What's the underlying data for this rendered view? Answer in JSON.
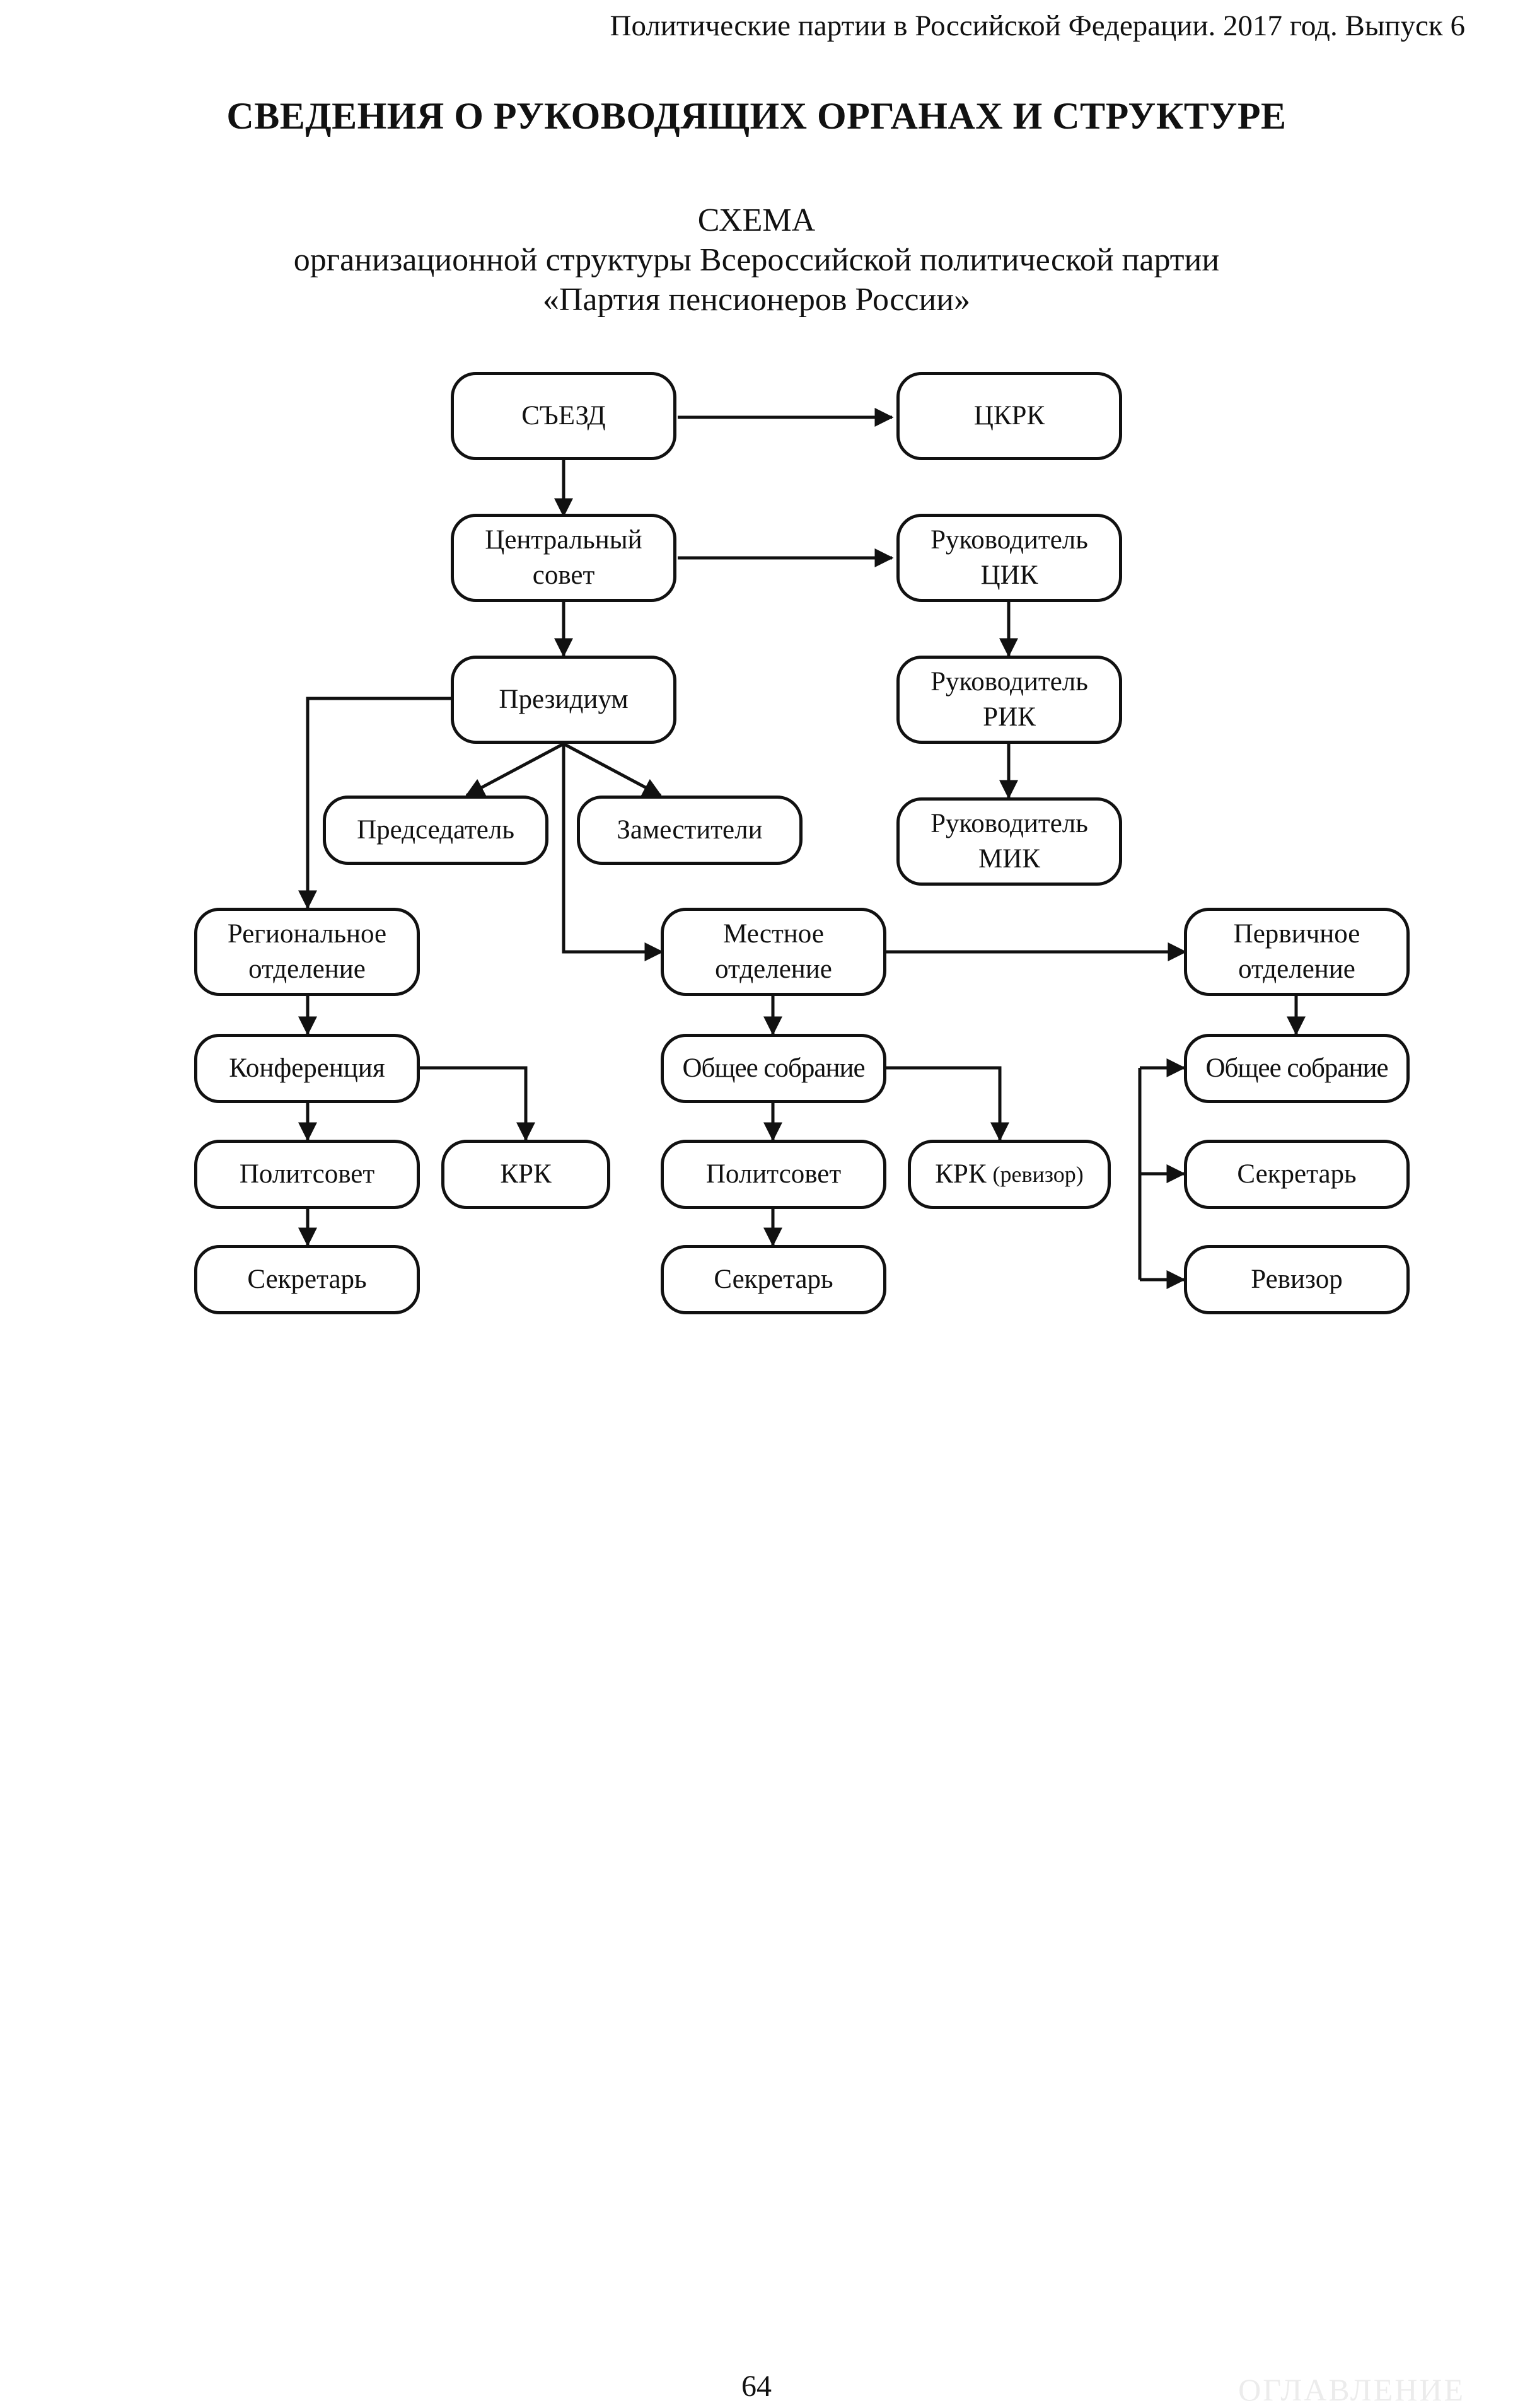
{
  "header": {
    "running_title": "Политические партии в Российской Федерации. 2017 год. Выпуск 6",
    "heading": "СВЕДЕНИЯ О РУКОВОДЯЩИХ ОРГАНАХ И СТРУКТУРЕ"
  },
  "schema": {
    "title_line1": "СХЕМА",
    "title_line2": "организационной структуры Всероссийской политической партии",
    "title_line3": "«Партия пенсионеров России»"
  },
  "nodes": {
    "congress": "СЪЕЗД",
    "ckrk": "ЦКРК",
    "central_council_1": "Центральный",
    "central_council_2": "совет",
    "cik_head_1": "Руководитель",
    "cik_head_2": "ЦИК",
    "presidium": "Президиум",
    "rik_head_1": "Руководитель",
    "rik_head_2": "РИК",
    "chairman": "Председатель",
    "deputies": "Заместители",
    "mik_head_1": "Руководитель",
    "mik_head_2": "МИК",
    "regional_1": "Региональное",
    "regional_2": "отделение",
    "local_1": "Местное",
    "local_2": "отделение",
    "primary_1": "Первичное",
    "primary_2": "отделение",
    "reg_conference": "Конференция",
    "reg_politsovet": "Политсовет",
    "reg_krk": "КРК",
    "reg_secretary": "Секретарь",
    "loc_meeting": "Общее собрание",
    "loc_politsovet": "Политсовет",
    "loc_krk_main": "КРК",
    "loc_krk_sub": "(ревизор)",
    "loc_secretary": "Секретарь",
    "pri_meeting": "Общее собрание",
    "pri_secretary": "Секретарь",
    "pri_auditor": "Ревизор"
  },
  "footer": {
    "page_number": "64",
    "toc_link": "ОГЛАВЛЕНИЕ"
  }
}
